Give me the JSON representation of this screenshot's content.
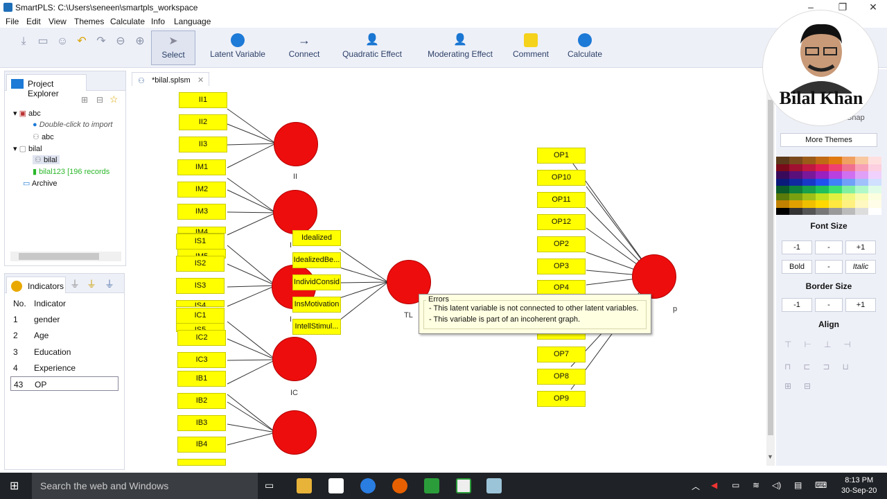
{
  "window": {
    "title": "SmartPLS: C:\\Users\\seneen\\smartpls_workspace",
    "min": "–",
    "max": "❐",
    "close": "✕"
  },
  "menu": [
    "File",
    "Edit",
    "View",
    "Themes",
    "Calculate",
    "Info",
    "Language"
  ],
  "toolbar": {
    "select": "Select",
    "latent": "Latent Variable",
    "connect": "Connect",
    "quadratic": "Quadratic Effect",
    "moderating": "Moderating Effect",
    "comment": "Comment",
    "calculate": "Calculate"
  },
  "project_explorer": {
    "title": "Project Explorer",
    "items": [
      "abc",
      "Double-click to import",
      "abc",
      "bilal",
      "bilal",
      "bilal123 [196 records",
      "Archive"
    ]
  },
  "indicators": {
    "title": "Indicators",
    "headers": [
      "No.",
      "Indicator"
    ],
    "rows": [
      [
        "1",
        "gender"
      ],
      [
        "2",
        "Age"
      ],
      [
        "3",
        "Education"
      ],
      [
        "4",
        "Experience"
      ],
      [
        "43",
        "OP"
      ]
    ]
  },
  "editor_tab": "*bilal.splsm",
  "model": {
    "left_indicators": [
      "II1",
      "II2",
      "II3",
      "IM1",
      "IM2",
      "IM3",
      "IM4",
      "IM5",
      "IS1",
      "IS2",
      "IS3",
      "IS4",
      "IS5",
      "IC1",
      "IC2",
      "IC3",
      "IB1",
      "IB2",
      "IB3",
      "IB4"
    ],
    "mid_indicators": [
      "Idealized",
      "IdealizedBe...",
      "IndividConsid",
      "InsMotivation",
      "IntellStimul..."
    ],
    "right_indicators": [
      "OP1",
      "OP10",
      "OP11",
      "OP12",
      "OP2",
      "OP3",
      "OP4",
      "OP7",
      "OP8",
      "OP9"
    ],
    "latent_labels": {
      "ii": "II",
      "im": "I",
      "is": "I",
      "ic": "IC",
      "tl": "TL",
      "op": "p"
    }
  },
  "tooltip": {
    "title": "Errors",
    "lines": [
      "- This latent variable is not connected to other latent variables.",
      "- This variable is part of an incoherent graph."
    ]
  },
  "right_panel": {
    "snap": "Snap",
    "more_themes": "More Themes",
    "font_size": "Font Size",
    "minus1": "-1",
    "dash": "-",
    "plus1": "+1",
    "bold": "Bold",
    "italic": "Italic",
    "border_size": "Border Size",
    "align": "Align"
  },
  "avatar": {
    "name": "Bilal Khan"
  },
  "taskbar": {
    "search": "Search the web and Windows",
    "time": "8:13 PM",
    "date": "30-Sep-20"
  }
}
